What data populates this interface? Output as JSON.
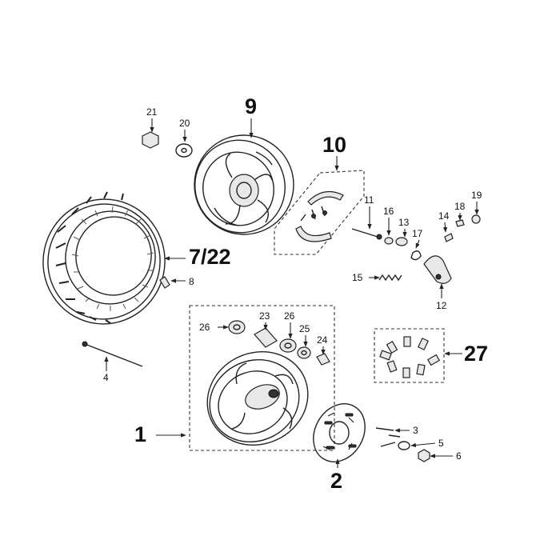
{
  "labels": {
    "p1": "1",
    "p2": "2",
    "p3": "3",
    "p4": "4",
    "p5": "5",
    "p6": "6",
    "p7_22": "7/22",
    "p8": "8",
    "p9": "9",
    "p10": "10",
    "p11": "11",
    "p12": "12",
    "p13": "13",
    "p14": "14",
    "p15": "15",
    "p16": "16",
    "p17": "17",
    "p18": "18",
    "p19": "19",
    "p20": "20",
    "p21": "21",
    "p23": "23",
    "p24": "24",
    "p25": "25",
    "p26a": "26",
    "p26b": "26",
    "p27": "27"
  }
}
